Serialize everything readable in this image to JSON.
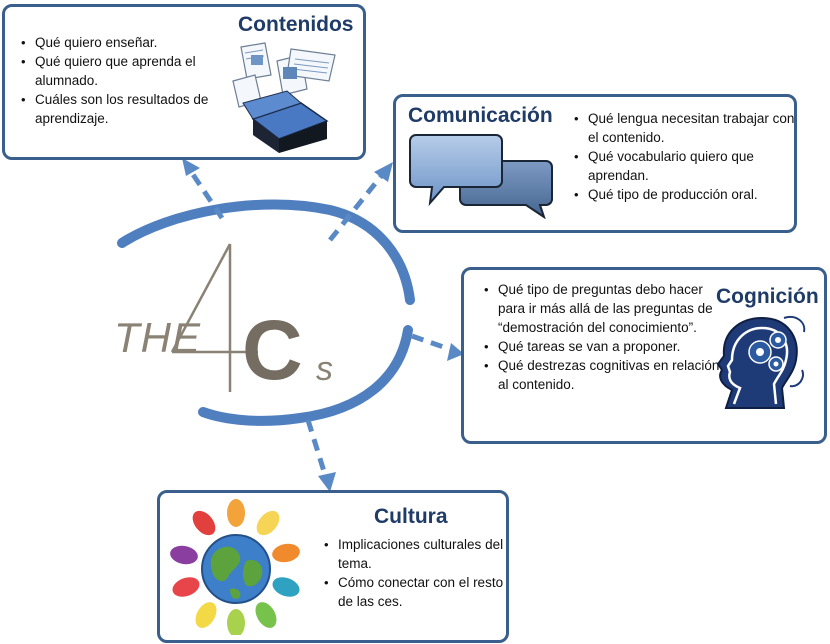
{
  "logo": {
    "the": "THE",
    "four": "4",
    "c": "C",
    "s": "s"
  },
  "contenidos": {
    "title": "Contenidos",
    "items": [
      "Qué quiero enseñar.",
      "Qué quiero que aprenda el alumnado.",
      "Cuáles son los resultados de aprendizaje."
    ],
    "icon": "documents-box-icon"
  },
  "comunicacion": {
    "title": "Comunicación",
    "items": [
      "Qué lengua necesitan trabajar con el contenido.",
      "Qué vocabulario quiero que aprendan.",
      "Qué tipo de producción oral."
    ],
    "icon": "speech-bubbles-icon"
  },
  "cognicion": {
    "title": "Cognición",
    "items": [
      "Qué tipo de preguntas debo hacer para ir más allá de las preguntas de “demostración del conocimiento”.",
      "Qué tareas se van a proponer.",
      "Qué destrezas cognitivas en relación al contenido."
    ],
    "icon": "head-gears-icon"
  },
  "cultura": {
    "title": "Cultura",
    "items": [
      "Implicaciones culturales del tema.",
      "Cómo conectar con el resto de las ces."
    ],
    "icon": "globe-hands-icon"
  },
  "colors": {
    "border": "#3a5f8c",
    "title": "#1f3b67",
    "ring": "#4f7fbf",
    "arrow": "#5a8ac6",
    "logo_gray": "#766d62"
  }
}
